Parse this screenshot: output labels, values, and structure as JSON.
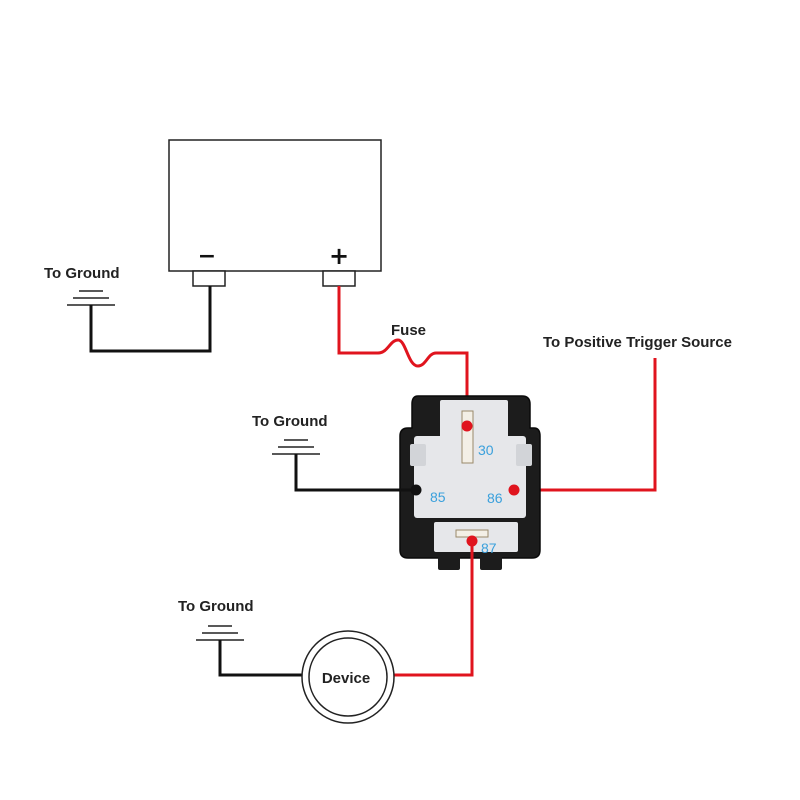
{
  "diagram": {
    "battery": {
      "negative_symbol": "−",
      "positive_symbol": "+"
    },
    "labels": {
      "ground_battery": "To Ground",
      "ground_relay": "To Ground",
      "ground_device": "To Ground",
      "fuse": "Fuse",
      "trigger": "To Positive Trigger Source",
      "device": "Device"
    },
    "relay_pins": {
      "p30": "30",
      "p85": "85",
      "p86": "86",
      "p87": "87"
    },
    "colors": {
      "power_wire": "#e0141e",
      "ground_wire": "#111111",
      "pin_label": "#3aa0dc",
      "relay_body": "#1a1a1a"
    }
  }
}
